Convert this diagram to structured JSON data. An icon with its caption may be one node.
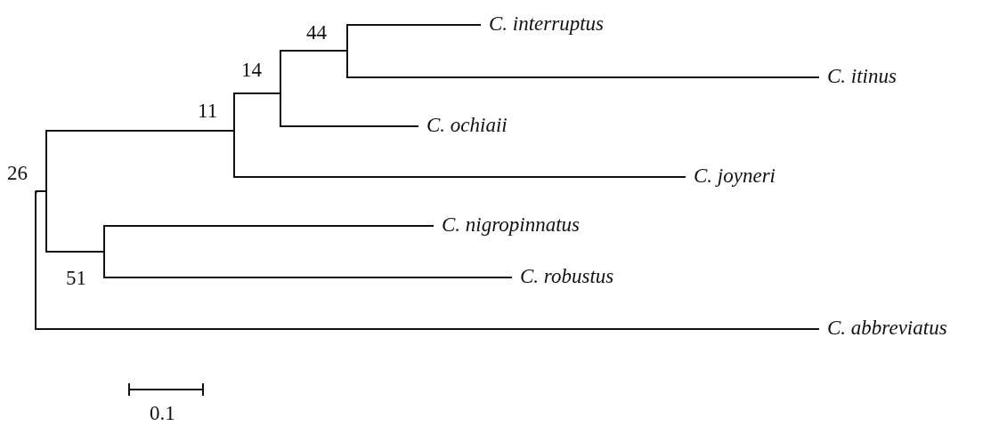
{
  "diagram": {
    "nodes": [
      {
        "text": [],
        "shape": "point"
      },
      {
        "text": [
          "26"
        ]
      },
      {
        "text": [
          "11"
        ]
      },
      {
        "text": [
          "14"
        ]
      },
      {
        "text": [
          "44"
        ]
      },
      {
        "text": [
          "C. interruptus"
        ]
      },
      {
        "text": [
          "C. itinus"
        ]
      },
      {
        "text": [
          "C. ochiaii"
        ]
      },
      {
        "text": [
          "C. joyneri"
        ]
      },
      {
        "text": [
          "51"
        ]
      },
      {
        "text": [
          "C. nigropinnatus"
        ]
      },
      {
        "text": [
          "C. robustus"
        ]
      },
      {
        "text": [
          "C. abbreviatus"
        ]
      }
    ],
    "edges": [
      {
        "from": 0,
        "to": 1,
        "arrow": "none"
      },
      {
        "from": 0,
        "to": 12,
        "arrow": "none"
      },
      {
        "from": 1,
        "to": 2,
        "arrow": "none"
      },
      {
        "from": 1,
        "to": 9,
        "arrow": "none"
      },
      {
        "from": 2,
        "to": 3,
        "arrow": "none"
      },
      {
        "from": 2,
        "to": 8,
        "arrow": "none"
      },
      {
        "from": 3,
        "to": 4,
        "arrow": "none"
      },
      {
        "from": 3,
        "to": 7,
        "arrow": "none"
      },
      {
        "from": 4,
        "to": 5,
        "arrow": "none"
      },
      {
        "from": 4,
        "to": 6,
        "arrow": "none"
      },
      {
        "from": 9,
        "to": 10,
        "arrow": "none"
      },
      {
        "from": 9,
        "to": 11,
        "arrow": "none"
      }
    ],
    "labels": [
      "0.1"
    ]
  }
}
